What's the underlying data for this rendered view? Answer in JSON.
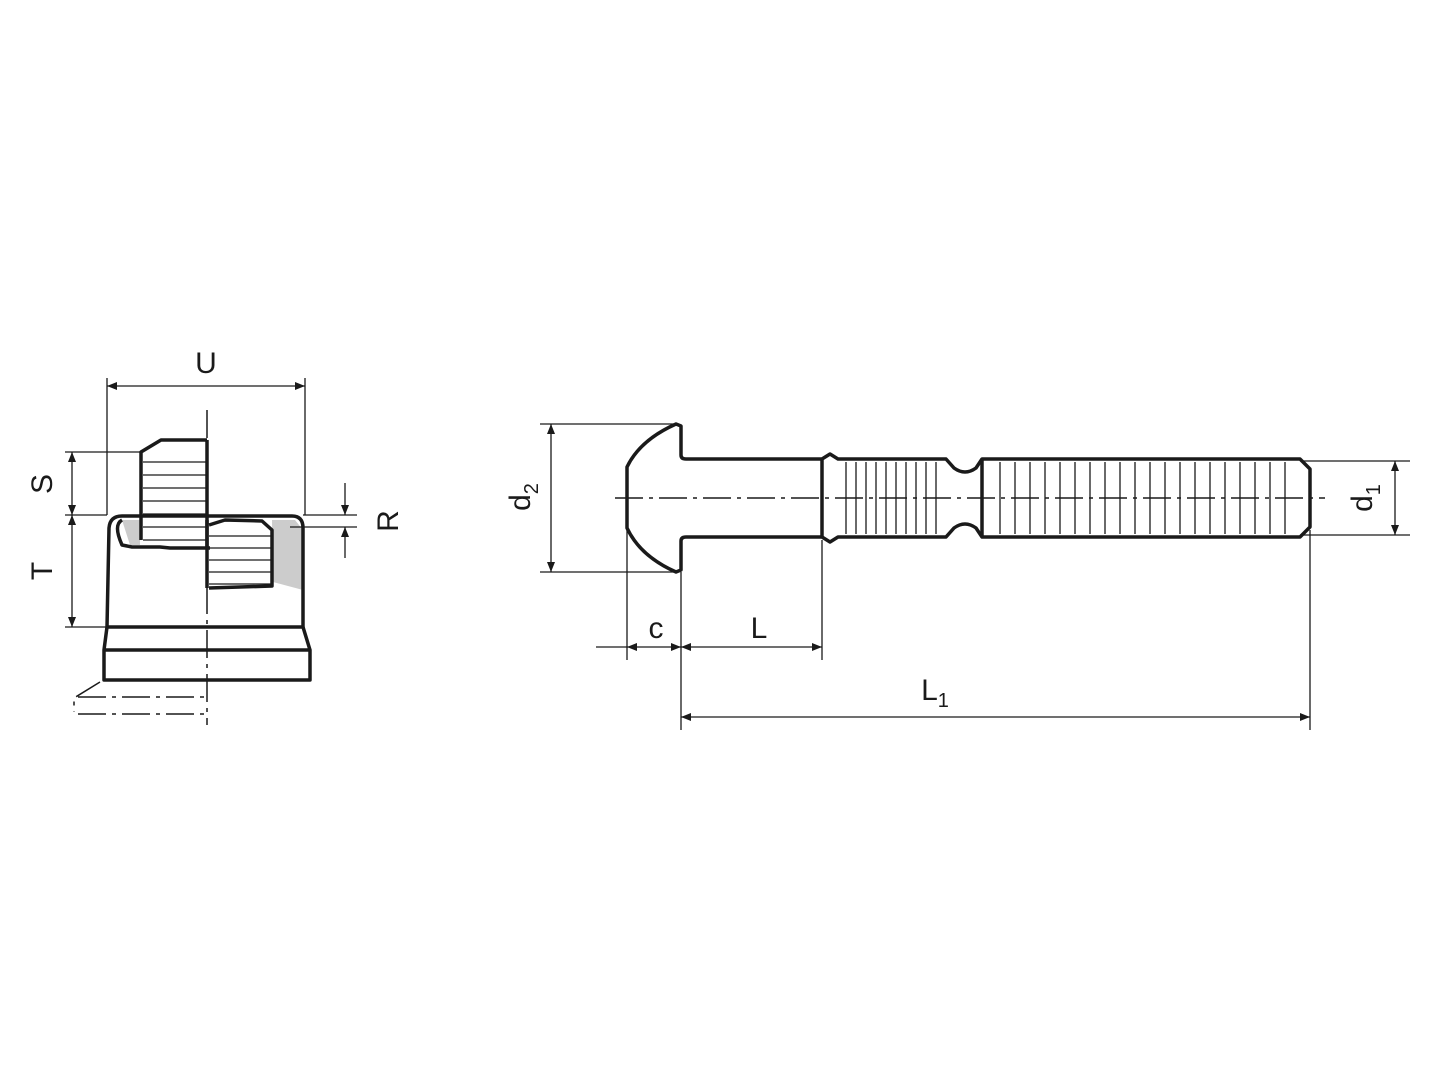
{
  "title": "Lockbolt with collar – dimension drawing",
  "collar": {
    "labels": {
      "U": "U",
      "S": "S",
      "T": "T",
      "R": "R"
    }
  },
  "bolt": {
    "labels": {
      "d2": "d",
      "d2_sub": "2",
      "d1": "d",
      "d1_sub": "1",
      "c": "c",
      "L": "L",
      "L1": "L",
      "L1_sub": "1"
    }
  },
  "colors": {
    "line": "#1a1a1a",
    "section_fill": "#cccccc",
    "background": "#ffffff"
  }
}
